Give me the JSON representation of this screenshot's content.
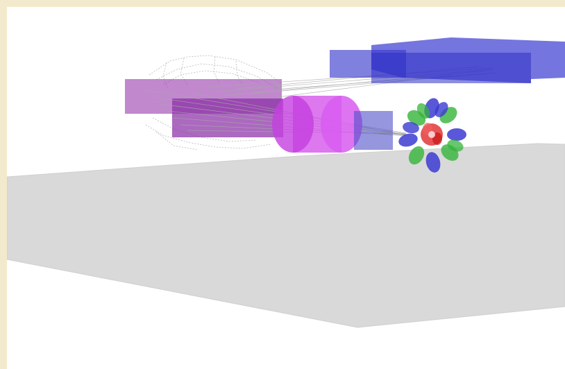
{
  "scene": {
    "description_free": true,
    "colors": {
      "frame": "#f3e9cd",
      "background": "#ffffff",
      "floor": "#d9d9d9",
      "magnet_purple": "#9b3fb0",
      "cylinder_magenta": "#d14be8",
      "box_blue": "#4a4ad0",
      "detector_blue": "#3b3bd1",
      "detector_green": "#34b43a",
      "detector_red": "#e02a2a",
      "trajectory_gray": "#a8a8a8"
    },
    "icons": [
      "floor-plane",
      "beam-line",
      "detector-ring"
    ]
  }
}
